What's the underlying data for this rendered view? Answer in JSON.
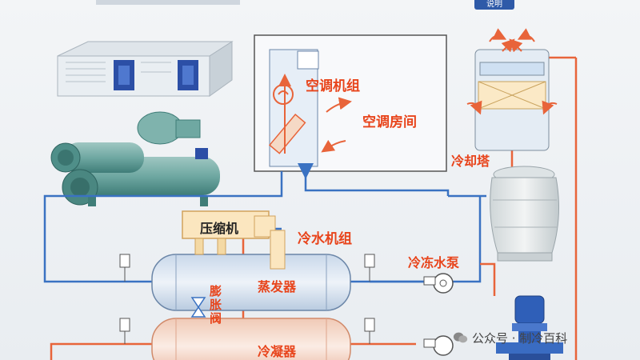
{
  "diagram": {
    "badge": "说明",
    "labels": {
      "ac_unit": "空调机组",
      "ac_room": "空调房间",
      "cooling_tower": "冷却塔",
      "compressor": "压缩机",
      "chiller": "冷水机组",
      "chilled_pump": "冷冻水泵",
      "evaporator": "蒸发器",
      "expansion_valve": "膨胀阀",
      "condenser": "冷凝器"
    },
    "watermark": "公众号 · 制冷百科",
    "colors": {
      "chilled_water_line": "#3a72c2",
      "cooling_water_line": "#e8643a",
      "label": "#e8441b",
      "evaporator_fill": "#dbe6f2",
      "condenser_fill": "#f6ddd0",
      "compressor_fill": "#fbe6bf"
    }
  }
}
